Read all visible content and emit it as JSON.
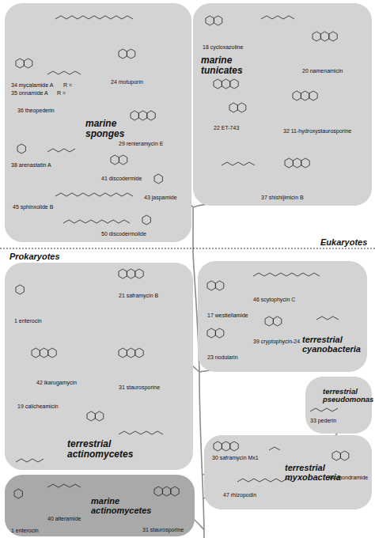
{
  "diagram": {
    "nodes": [
      {
        "text": [
          "marine sponges"
        ]
      },
      {
        "text": [
          "marine tunicates"
        ]
      },
      {
        "text": [
          "terrestrial actinomycetes"
        ]
      },
      {
        "text": [
          "terrestrial cyanobacteria"
        ]
      },
      {
        "text": [
          "terrestrial pseudomonas"
        ]
      },
      {
        "text": [
          "terrestrial myxobacteria"
        ]
      },
      {
        "text": [
          "marine actinomycetes"
        ]
      }
    ],
    "labels": [
      "Eukaryotes",
      "Prokaryotes",
      "24 motuporin",
      "34 mycalamide A",
      "R =",
      "35 onnamide A",
      "R =",
      "36 theopederin",
      "29 renieramycin E",
      "38 arenastatin A",
      "41 discodermide",
      "43 jaspamide",
      "45 sphinxolide B",
      "50 discodermolide",
      "18 cycloxazoline",
      "20 namenamicin",
      "22 ET-743",
      "32 11-hydroxystaurosporine",
      "37 shishijimicin B",
      "1 enterocin",
      "21 saframycin B",
      "42 ikarugamycin",
      "31 staurosporine",
      "19 calicheamicin",
      "17 westiellamide",
      "46 scytophycin C",
      "23 nodularin",
      "39 cryptophycin-24",
      "33 pederin",
      "30 saframycin Mx1",
      "44 chondramide",
      "47 rhizopodin",
      "1 enterocin",
      "40 alteramide",
      "31 staurosporine"
    ]
  }
}
